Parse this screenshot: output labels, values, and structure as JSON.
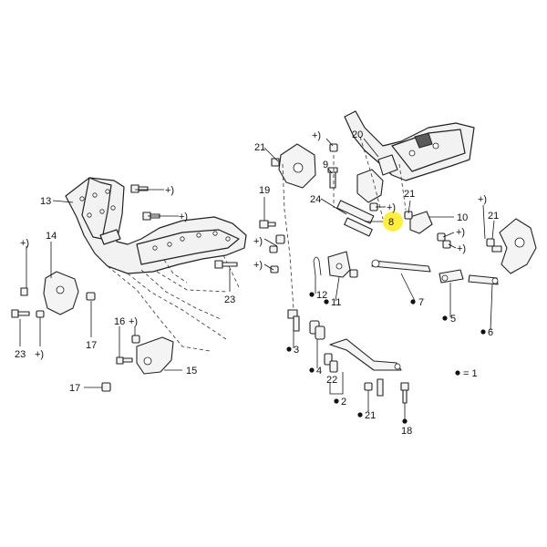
{
  "highlight_color": "#ffef3a",
  "callouts": {
    "c21_top": "21",
    "c20": "20",
    "c9": "9",
    "c24": "24",
    "c8": "8",
    "c21_mid": "21",
    "c10": "10",
    "c21_right": "21",
    "c13": "13",
    "c19": "19",
    "c14": "14",
    "c17_left": "17",
    "c23_mid": "23",
    "c23_left": "23",
    "c16": "16",
    "c15": "15",
    "c17_bottom": "17",
    "c12": "12",
    "c11": "11",
    "c7": "7",
    "c5": "5",
    "c6": "6",
    "c3": "3",
    "c4": "4",
    "c22": "22",
    "c2": "2",
    "c21_bottom": "21",
    "c18": "18",
    "plus": "+)",
    "legend": "= 1"
  }
}
